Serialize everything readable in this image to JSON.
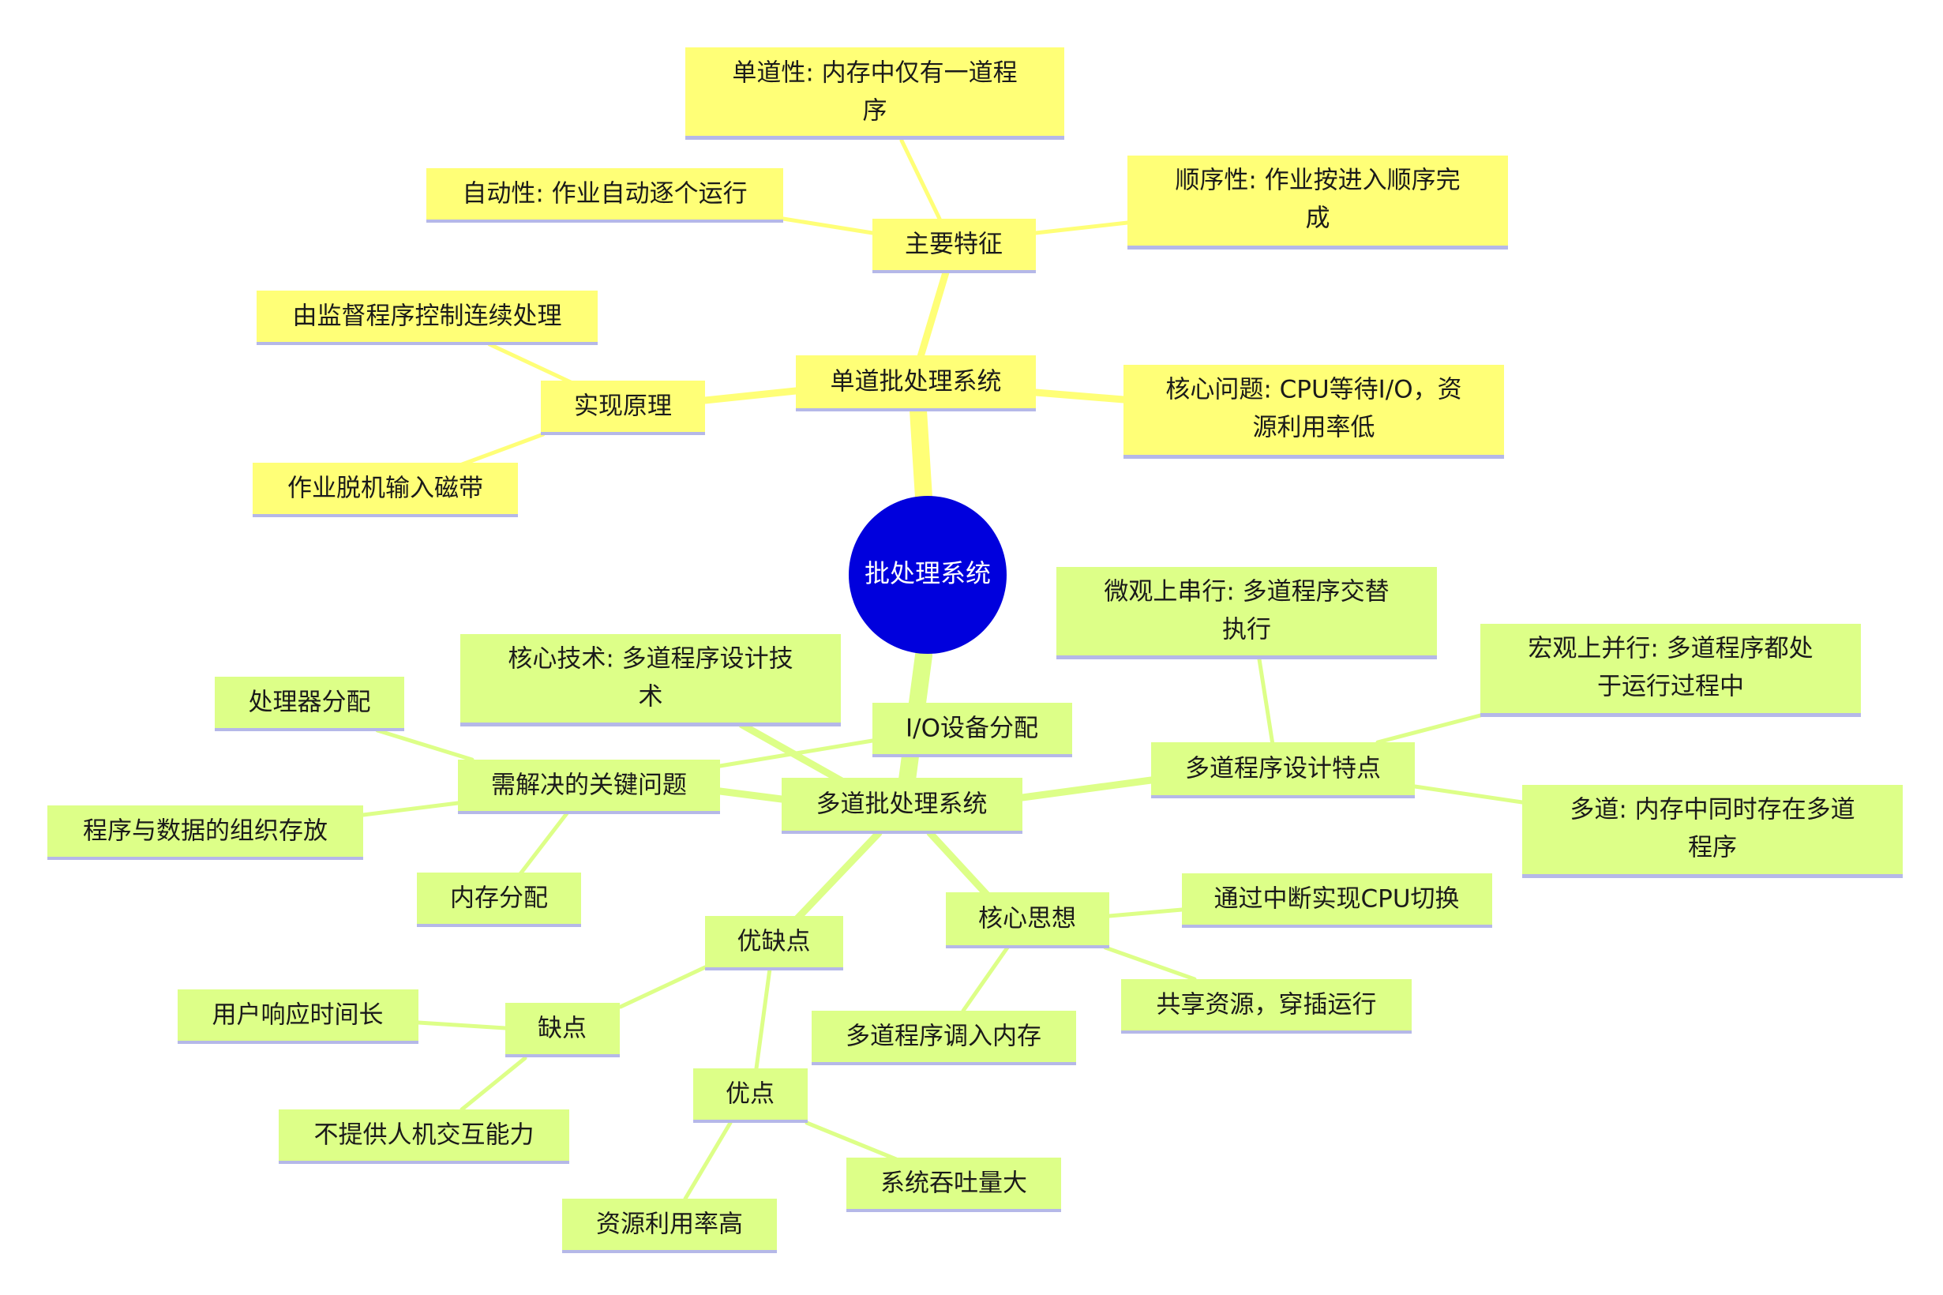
{
  "root": {
    "label": "批处理系统",
    "color": "#0000dd"
  },
  "colors": {
    "branch_single": "#ffff77",
    "branch_multi": "#ddff88",
    "underline": "#b5b8e8"
  },
  "single": {
    "label": "单道批处理系统",
    "features": {
      "label": "主要特征",
      "single_prog": [
        "单道性: 内存中仅有一道程",
        "序"
      ],
      "auto": "自动性: 作业自动逐个运行",
      "sequential": [
        "顺序性: 作业按进入顺序完",
        "成"
      ]
    },
    "principle": {
      "label": "实现原理",
      "monitor": "由监督程序控制连续处理",
      "offline": "作业脱机输入磁带"
    },
    "core_issue": [
      "核心问题: CPU等待I/O，资",
      "源利用率低"
    ]
  },
  "multi": {
    "label": "多道批处理系统",
    "core_tech": [
      "核心技术: 多道程序设计技",
      "术"
    ],
    "io_alloc": "I/O设备分配",
    "key_issues": {
      "label": "需解决的关键问题",
      "processor": "处理器分配",
      "org_storage": "程序与数据的组织存放",
      "memory": "内存分配"
    },
    "features": {
      "label": "多道程序设计特点",
      "micro_serial": [
        "微观上串行: 多道程序交替",
        "执行"
      ],
      "macro_parallel": [
        "宏观上并行: 多道程序都处",
        "于运行过程中"
      ],
      "multi_mem": [
        "多道: 内存中同时存在多道",
        "程序"
      ]
    },
    "core_idea": {
      "label": "核心思想",
      "interrupt": "通过中断实现CPU切换",
      "share": "共享资源，穿插运行",
      "load": "多道程序调入内存"
    },
    "pros_cons": {
      "label": "优缺点",
      "cons": {
        "label": "缺点",
        "slow_response": "用户响应时间长",
        "no_interaction": "不提供人机交互能力"
      },
      "pros": {
        "label": "优点",
        "throughput": "系统吞吐量大",
        "utilization": "资源利用率高"
      }
    }
  }
}
